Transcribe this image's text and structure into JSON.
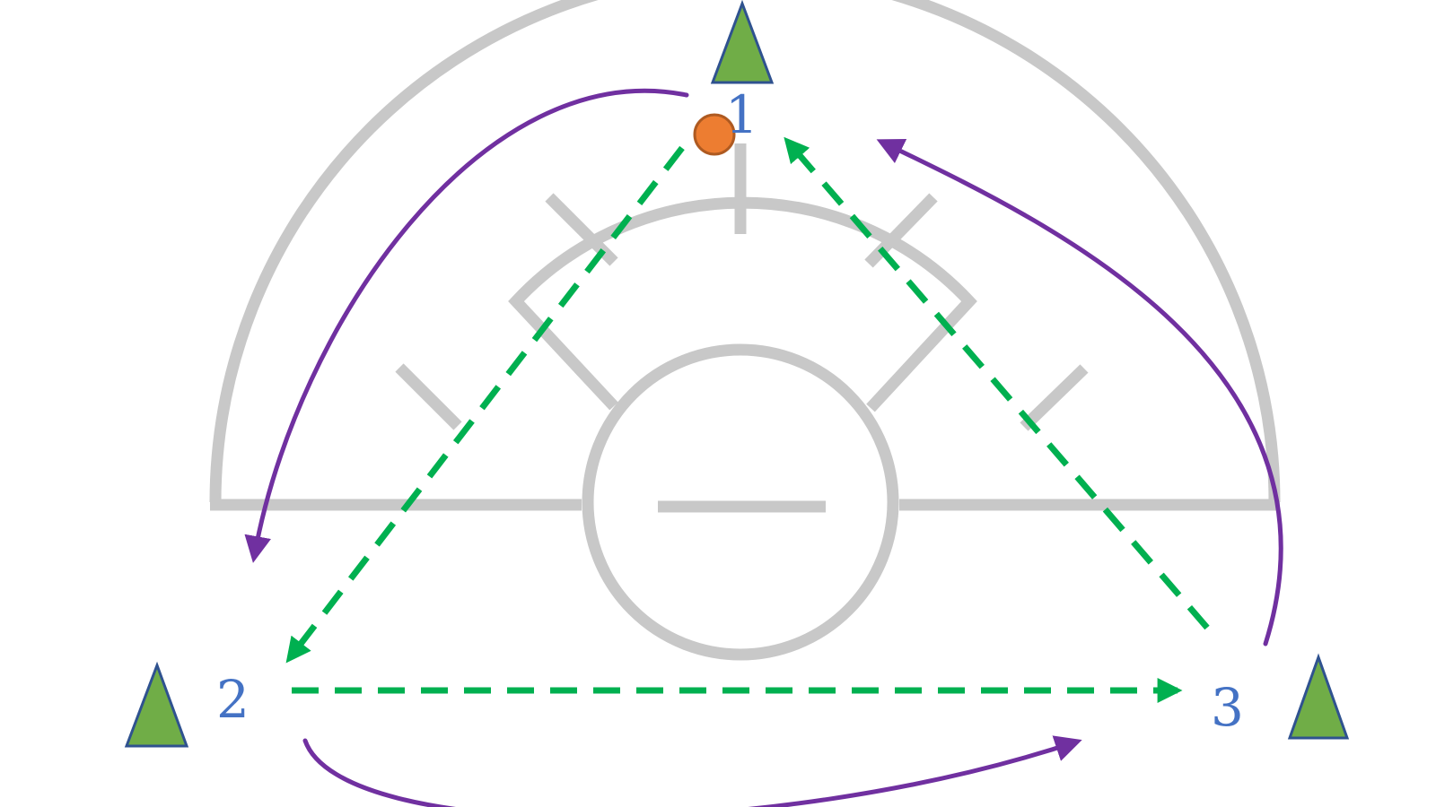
{
  "diagram": {
    "stations": [
      {
        "label": "1",
        "id": "station-1"
      },
      {
        "label": "2",
        "id": "station-2"
      },
      {
        "label": "3",
        "id": "station-3"
      }
    ],
    "colors": {
      "court": "#c8c8c8",
      "pass_line": "#00b050",
      "movement_line": "#7030a0",
      "cone_fill": "#70ad47",
      "cone_outline": "#2f528f",
      "ball": "#ed7d31",
      "label": "#4472c4"
    },
    "icons": {
      "cone": "cone-icon",
      "ball": "ball-icon"
    }
  }
}
